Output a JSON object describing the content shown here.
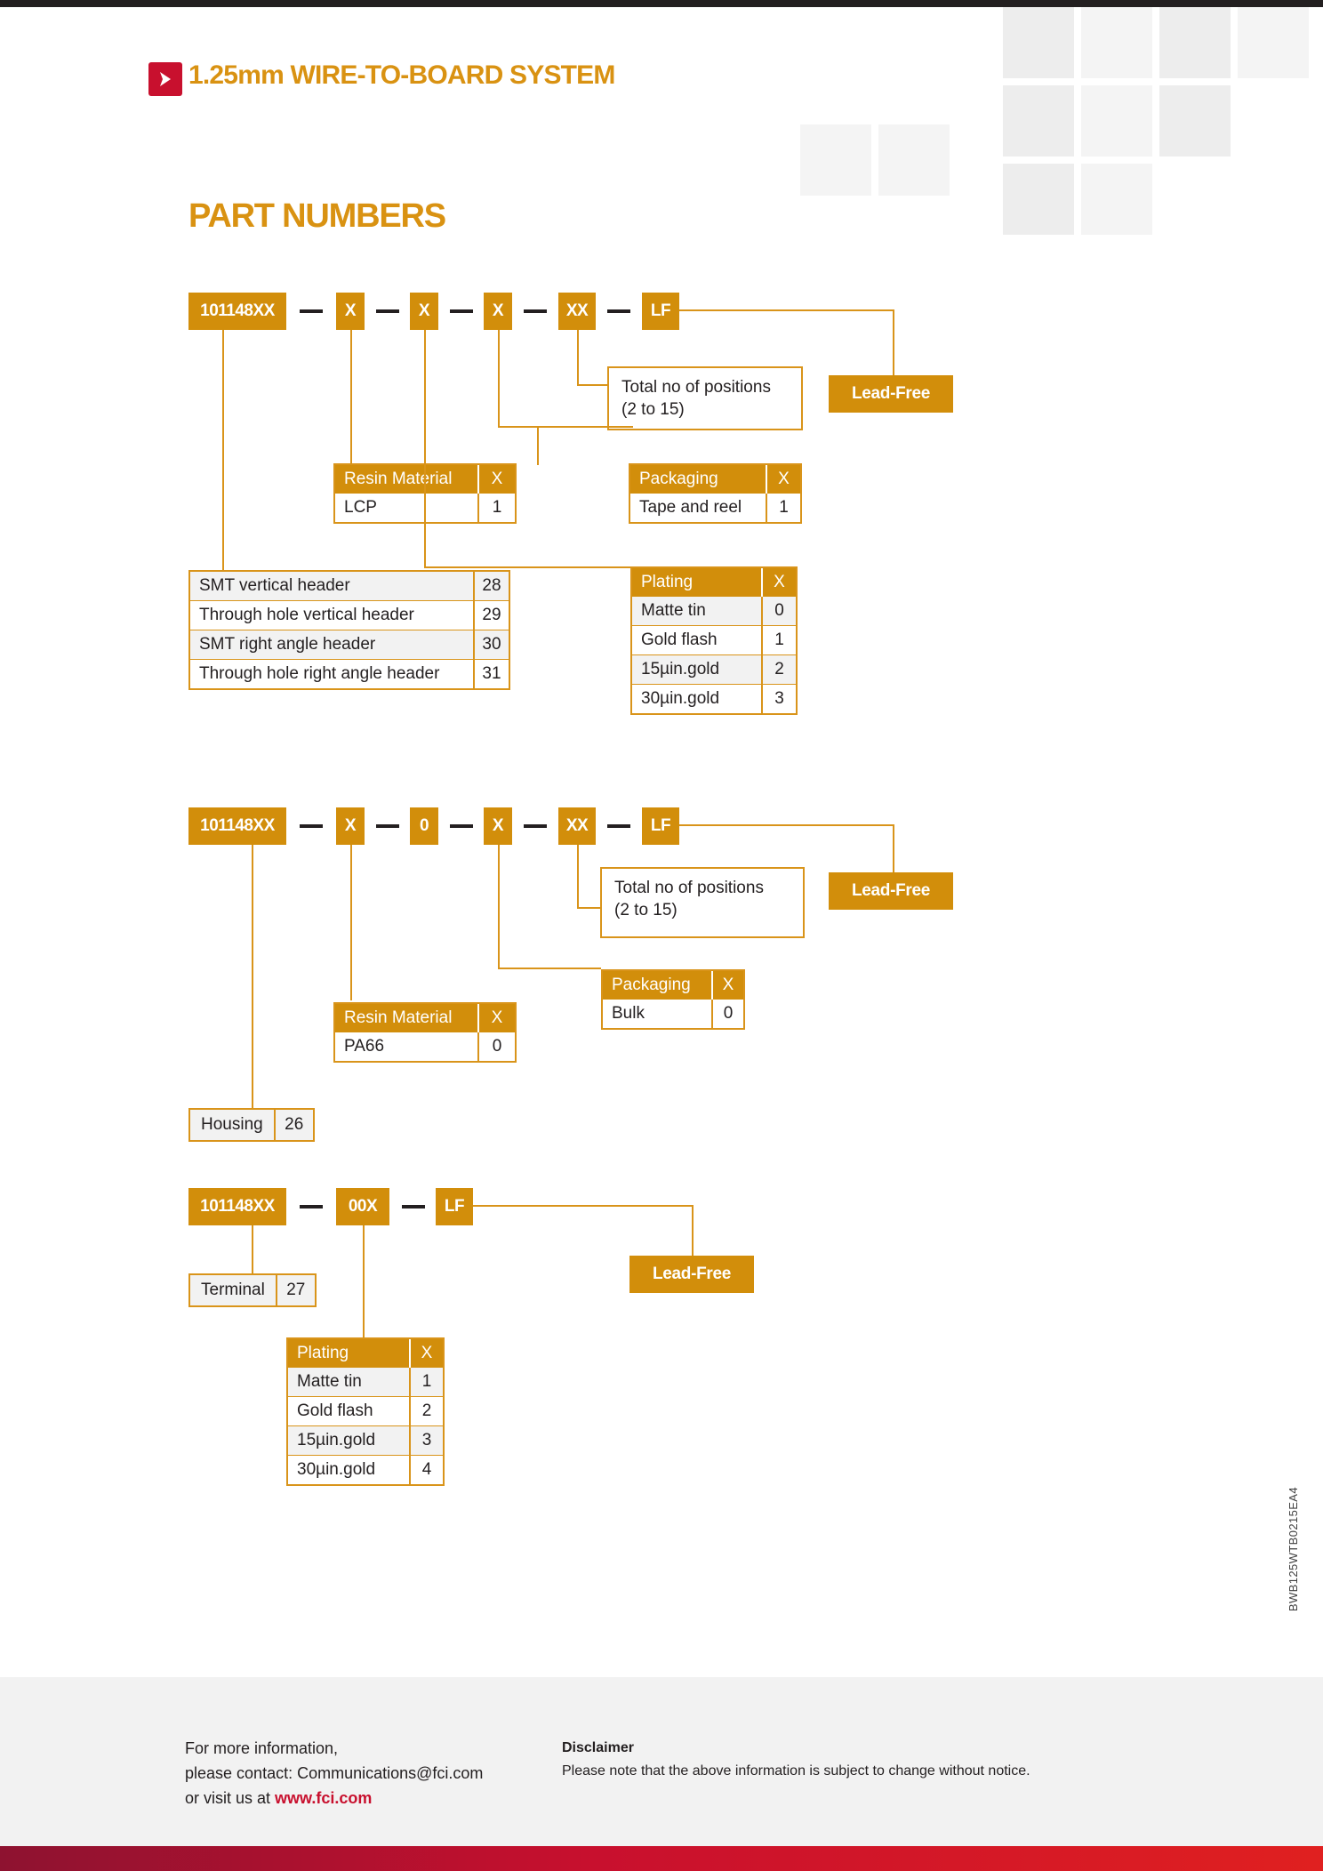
{
  "document": {
    "title": "1.25mm WIRE-TO-BOARD SYSTEM",
    "section_title": "PART NUMBERS",
    "doc_code": "BWB125WTB0215EA4",
    "brand_color": "#d28e0b",
    "accent_red": "#c8102e"
  },
  "icons": {
    "logo_arrow": "arrow-right-icon"
  },
  "sections": [
    {
      "id": "header-connector",
      "part_string": [
        "101148XX",
        "X",
        "X",
        "X",
        "XX",
        "LF"
      ],
      "lead_free_label": "Lead-Free",
      "positions_note_line1": "Total no of positions",
      "positions_note_line2": "(2 to 15)",
      "resin_table": {
        "header": [
          "Resin Material",
          "X"
        ],
        "rows": [
          [
            "LCP",
            "1"
          ]
        ]
      },
      "packaging_table": {
        "header": [
          "Packaging",
          "X"
        ],
        "rows": [
          [
            "Tape and reel",
            "1"
          ]
        ]
      },
      "product_table": {
        "rows": [
          [
            "SMT vertical header",
            "28"
          ],
          [
            "Through hole vertical header",
            "29"
          ],
          [
            "SMT right angle header",
            "30"
          ],
          [
            "Through hole right angle header",
            "31"
          ]
        ]
      },
      "plating_table": {
        "header": [
          "Plating",
          "X"
        ],
        "rows": [
          [
            "Matte tin",
            "0"
          ],
          [
            "Gold flash",
            "1"
          ],
          [
            "15µin.gold",
            "2"
          ],
          [
            "30µin.gold",
            "3"
          ]
        ]
      }
    },
    {
      "id": "housing",
      "part_string": [
        "101148XX",
        "X",
        "0",
        "X",
        "XX",
        "LF"
      ],
      "lead_free_label": "Lead-Free",
      "positions_note_line1": "Total no of positions",
      "positions_note_line2": "(2 to 15)",
      "packaging_table": {
        "header": [
          "Packaging",
          "X"
        ],
        "rows": [
          [
            "Bulk",
            "0"
          ]
        ]
      },
      "resin_table": {
        "header": [
          "Resin Material",
          "X"
        ],
        "rows": [
          [
            "PA66",
            "0"
          ]
        ]
      },
      "product_box": {
        "label": "Housing",
        "code": "26"
      }
    },
    {
      "id": "terminal",
      "part_string": [
        "101148XX",
        "00X",
        "LF"
      ],
      "lead_free_label": "Lead-Free",
      "product_box": {
        "label": "Terminal",
        "code": "27"
      },
      "plating_table": {
        "header": [
          "Plating",
          "X"
        ],
        "rows": [
          [
            "Matte tin",
            "1"
          ],
          [
            "Gold flash",
            "2"
          ],
          [
            "15µin.gold",
            "3"
          ],
          [
            "30µin.gold",
            "4"
          ]
        ]
      }
    }
  ],
  "footer": {
    "line1": "For more information,",
    "line2": "please contact: Communications@fci.com",
    "line3_prefix": "or visit us at ",
    "url": "www.fci.com",
    "disclaimer_title": "Disclaimer",
    "disclaimer_text": "Please note that the above information is subject to change without notice."
  }
}
